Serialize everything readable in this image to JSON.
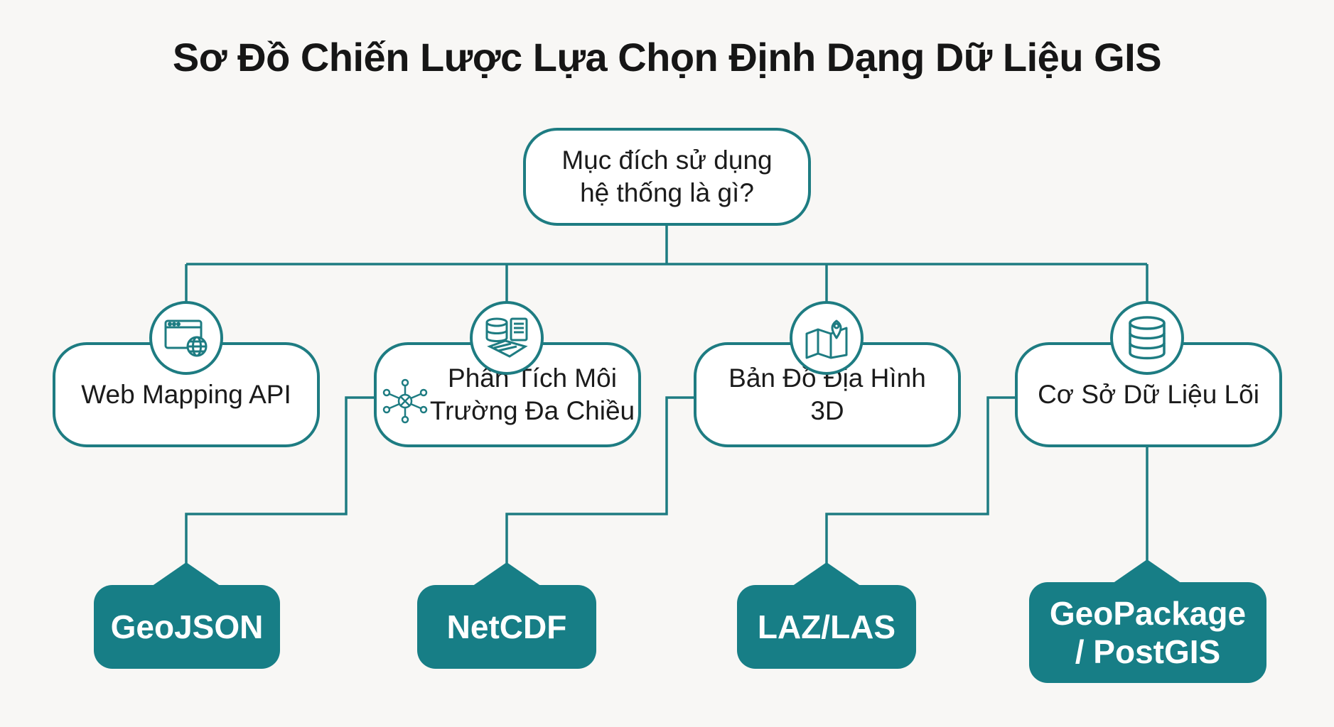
{
  "title": "Sơ Đồ Chiến Lược Lựa Chọn Định Dạng Dữ Liệu GIS",
  "root": {
    "label": "Mục đích sử dụng\nhệ thống là gì?"
  },
  "categories": [
    {
      "label": "Web Mapping API",
      "icon": "web-globe-icon"
    },
    {
      "label": "Phân Tích Môi\nTrường Đa Chiều",
      "icon": "data-layers-icon",
      "inline_icon": "network-icon"
    },
    {
      "label": "Bản Đồ Địa Hình\n3D",
      "icon": "map-pin-icon"
    },
    {
      "label": "Cơ Sở Dữ Liệu Lõi",
      "icon": "database-icon"
    }
  ],
  "formats": [
    {
      "label": "GeoJSON"
    },
    {
      "label": "NetCDF"
    },
    {
      "label": "LAZ/LAS"
    },
    {
      "label": "GeoPackage\n/ PostGIS"
    }
  ],
  "colors": {
    "accent": "#1e7c82",
    "format_fill": "#177e86",
    "background": "#f8f7f5",
    "text": "#161616"
  }
}
